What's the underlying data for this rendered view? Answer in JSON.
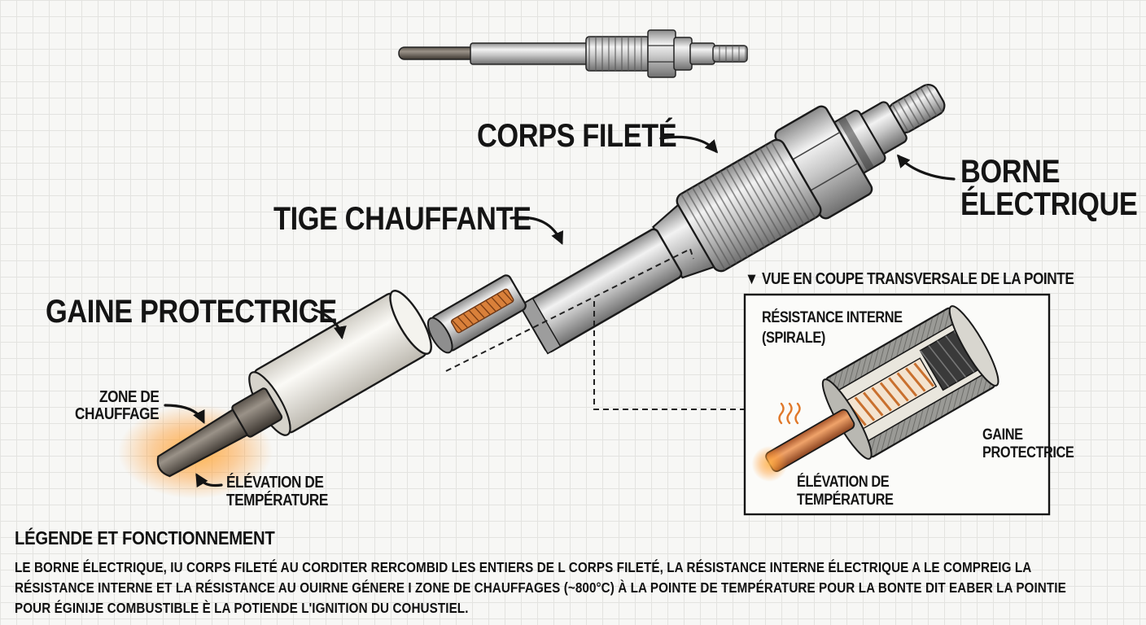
{
  "labels": {
    "threaded_body": "CORPS FILETÉ",
    "electrical_terminal_line1": "BORNE",
    "electrical_terminal_line2": "ÉLECTRIQUE",
    "heating_rod": "TIGE CHAUFFANTE",
    "protective_sheath": "GAINE PROTECTRICE",
    "heating_zone_line1": "ZONE DE",
    "heating_zone_line2": "CHAUFFAGE",
    "temp_rise_line1": "ÉLÉVATION DE",
    "temp_rise_line2": "TEMPÉRATURE"
  },
  "inset": {
    "title": "▼ VUE EN COUPE TRANSVERSALE DE LA POINTE",
    "internal_resistance_line1": "RÉSISTANCE INTERNE",
    "internal_resistance_line2": "(SPIRALE)",
    "sheath_line1": "GAINE",
    "sheath_line2": "PROTECTRICE",
    "temp_rise_line1": "ÉLÉVATION DE",
    "temp_rise_line2": "TEMPÉRATURE"
  },
  "legend": {
    "title": "LÉGENDE ET FONCTIONNEMENT",
    "body": "LE BORNE ÉLECTRIQUE, IU CORPS FILETÉ AU CORDITER RERCOMBID LES ENTIERS DE L CORPS FILETÉ, LA RÉSISTANCE INTERNE ÉLECTRIQUE A LE COMPREIG LA RÉSISTANCE INTERNE ET LA RÉSISTANCE AU OUIRNE GÉNERE I ZONE DE CHAUFFAGES (~800°C) À LA POINTE DE TEMPÉRATURE POUR LA BONTE DIT EABER LA POINTIE POUR ÉGINIJE COMBUSTIBLE È LA POTIENDE L'IGNITION DU COHUSTIEL."
  },
  "colors": {
    "ink": "#141414",
    "metal_light": "#e6e6e6",
    "metal_dark": "#7c7c7c",
    "sheath": "#ecebe6",
    "glow": "#ff9a2e",
    "coil": "#d9803a"
  }
}
